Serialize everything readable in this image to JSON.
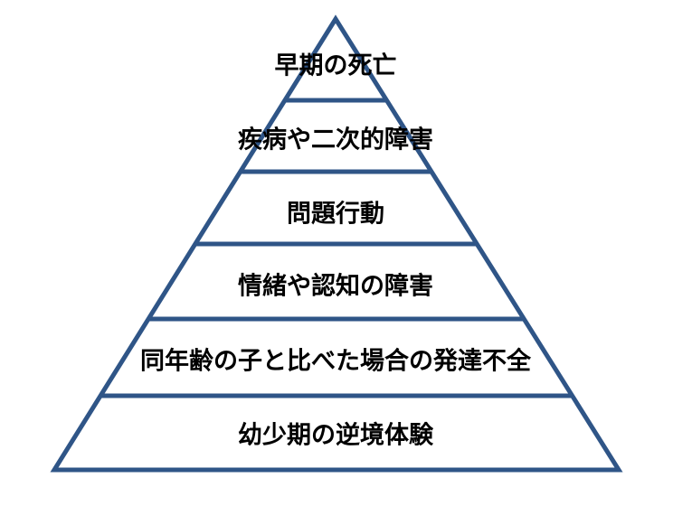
{
  "diagram": {
    "type": "pyramid",
    "line_color": "#2f5587",
    "levels_top_to_bottom": [
      {
        "label": "早期の死亡"
      },
      {
        "label": "疾病や二次的障害"
      },
      {
        "label": "問題行動"
      },
      {
        "label": "情緒や認知の障害"
      },
      {
        "label": "同年齢の子と比べた場合の発達不全"
      },
      {
        "label": "幼少期の逆境体験"
      }
    ]
  }
}
